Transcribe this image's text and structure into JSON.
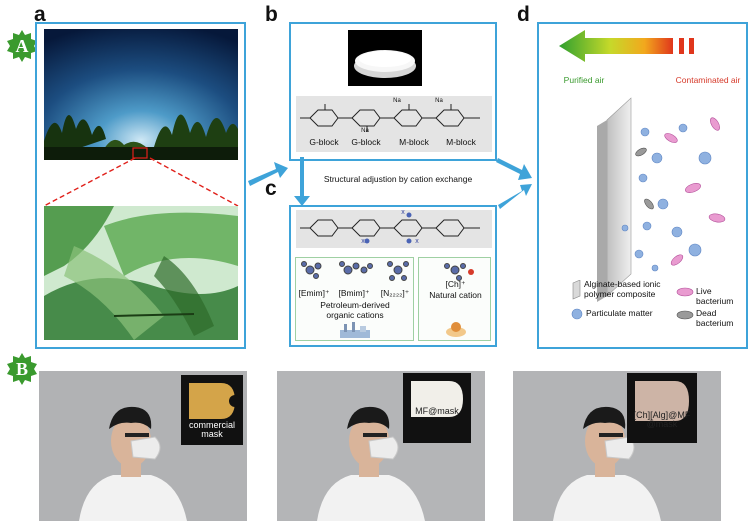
{
  "figure": {
    "section_a_badge": "A",
    "section_b_badge": "B",
    "panels": {
      "a": "a",
      "b": "b",
      "c": "c",
      "d": "d"
    },
    "panel_b": {
      "blocks": [
        "G-block",
        "G-block",
        "M-block",
        "M-block"
      ],
      "na_labels": [
        "Na",
        "Na",
        "Na"
      ]
    },
    "arrow_caption": "Structural adjustion by cation exchange",
    "panel_c": {
      "cations": [
        "[Emim]⁺",
        "[Bmim]⁺",
        "[N₂₂₂₂]⁺"
      ],
      "petroleum_caption": "Petroleum-derived organic cations",
      "natural_cation": "[Ch]⁺",
      "natural_caption": "Natural cation",
      "x_labels": [
        "x",
        "x",
        "x"
      ]
    },
    "panel_d": {
      "purified_air": "Purified air",
      "contaminated_air": "Contaminated air",
      "legend": {
        "composite": "Alginate-based ionic polymer composite",
        "live_bacterium": "Live bacterium",
        "particulate_matter": "Particulate matter",
        "dead_bacterium": "Dead bacterium"
      }
    },
    "photos": [
      {
        "mask_label": "commercial mask"
      },
      {
        "mask_label": "MF@mask"
      },
      {
        "mask_label": "[Ch][Alg]@MF @mask"
      }
    ]
  }
}
